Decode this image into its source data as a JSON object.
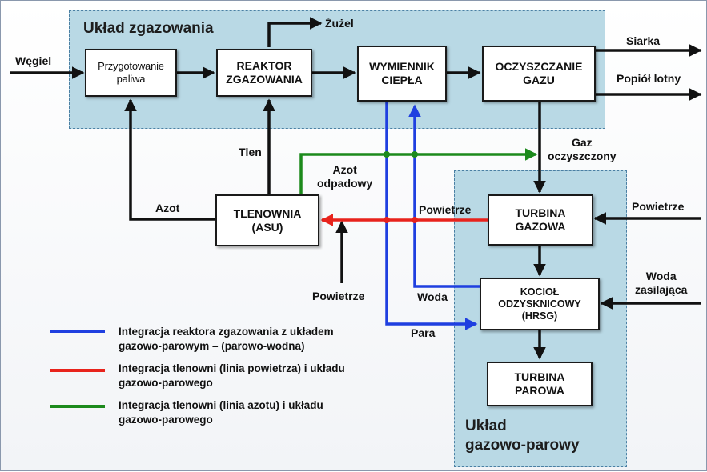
{
  "regions": {
    "gasification": {
      "title": "Układ zgazowania"
    },
    "combined_cycle": {
      "title": "Układ\ngazowo-parowy"
    }
  },
  "boxes": {
    "fuel_prep": "Przygotowanie\npaliwa",
    "reactor": "REAKTOR\nZGAZOWANIA",
    "heat_exchanger": "WYMIENNIK\nCIEPŁA",
    "gas_cleaning": "OCZYSZCZANIE\nGAZU",
    "asu": "TLENOWNIA\n(ASU)",
    "gas_turbine": "TURBINA\nGAZOWA",
    "hrsg": "KOCIOŁ\nODZYSKNICOWY\n(HRSG)",
    "steam_turbine": "TURBINA\nPAROWA"
  },
  "labels": {
    "coal": "Węgiel",
    "slag": "Żużel",
    "sulfur": "Siarka",
    "fly_ash": "Popiół lotny",
    "oxygen": "Tlen",
    "nitrogen": "Azot",
    "waste_nitrogen": "Azot\nodpadowy",
    "clean_gas": "Gaz\noczyszczony",
    "air_to_asu": "Powietrze",
    "air_from_turbine": "Powietrze",
    "air_gas_turbine": "Powietrze",
    "feed_water": "Woda\nzasilająca",
    "water": "Woda",
    "steam": "Para"
  },
  "legend": [
    {
      "color": "#1f3fe0",
      "text": "Integracja reaktora zgazowania z układem\ngazowo-parowym – (parowo-wodna)"
    },
    {
      "color": "#e8231c",
      "text": "Integracja tlenowni (linia powietrza) i układu\ngazowo-parowego"
    },
    {
      "color": "#1c8a1c",
      "text": "Integracja tlenowni (linia azotu) i układu\ngazowo-parowego"
    }
  ],
  "colors": {
    "steam_water_line": "#1f3fe0",
    "air_line": "#e8231c",
    "nitrogen_line": "#1c8a1c",
    "flow_line": "#111111"
  }
}
